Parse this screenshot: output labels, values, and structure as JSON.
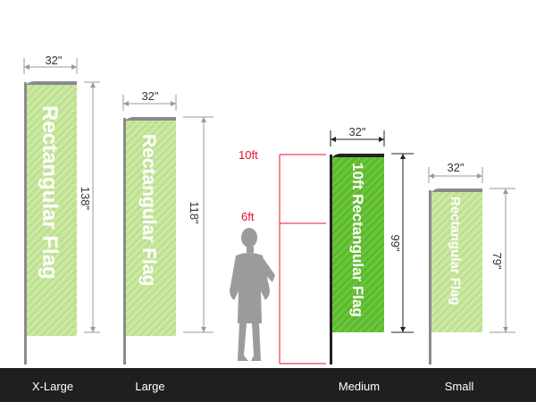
{
  "colors": {
    "flag_light": "#bde08f",
    "flag_light_stripe": "#cce9a6",
    "flag_dark": "#5cb82e",
    "flag_dark_stripe": "#6cc63c",
    "pole": "#8a8a8a",
    "pole_dark": "#222222",
    "dim_line": "#9a9a9a",
    "human_marker": "#e8102e",
    "silhouette": "#9b9b9b",
    "footer_bg": "#1f1f1f"
  },
  "flags": [
    {
      "size": "X-Large",
      "width_label": "32\"",
      "height_label": "138\"",
      "flag_text": "Rectangular Flag"
    },
    {
      "size": "Large",
      "width_label": "32\"",
      "height_label": "118\"",
      "flag_text": "Rectangular Flag"
    },
    {
      "size": "Medium",
      "width_label": "32\"",
      "height_label": "99\"",
      "flag_text": "10ft Rectangular Flag"
    },
    {
      "size": "Small",
      "width_label": "32\"",
      "height_label": "79\"",
      "flag_text": "Rectangular Flag"
    }
  ],
  "human_scale": {
    "person_icon": "woman-silhouette-icon",
    "marker_top": "10ft",
    "marker_middle": "6ft"
  }
}
